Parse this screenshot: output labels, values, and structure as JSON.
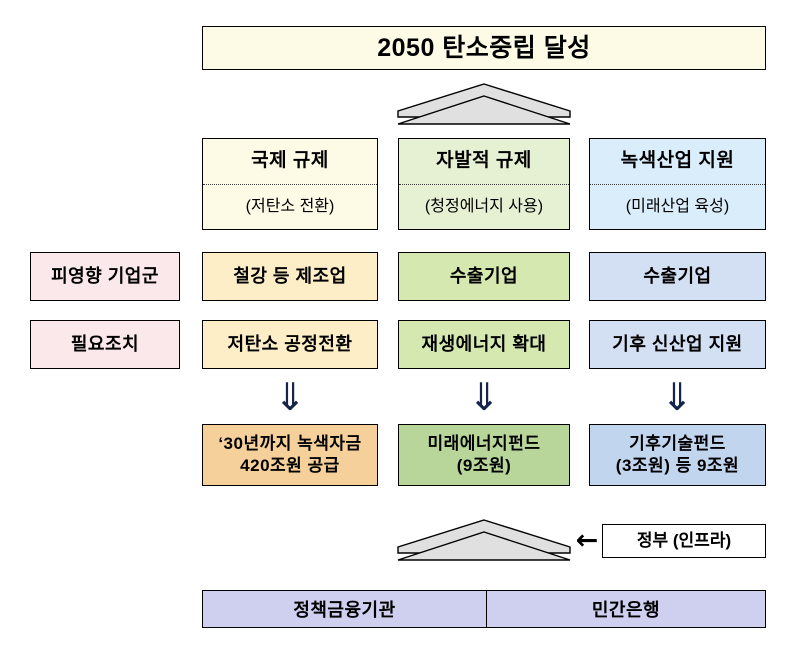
{
  "title": {
    "text": "2050 탄소중립 달성",
    "fill": "#fdfae6"
  },
  "row_labels": {
    "affected": "피영향 기업군",
    "action": "필요조치",
    "fill": "#fae8ea"
  },
  "columns": [
    {
      "key": "international",
      "strategy_title": "국제 규제",
      "strategy_sub": "(저탄소 전환)",
      "strategy_fill": "#fdfae6",
      "affected": "철강 등 제조업",
      "affected_fill": "#fdeec7",
      "action": "저탄소 공정전환",
      "action_fill": "#fdeec7",
      "fund_line1": "‘30년까지 녹색자금",
      "fund_line2": "420조원 공급",
      "fund_fill": "#f5d09a"
    },
    {
      "key": "voluntary",
      "strategy_title": "자발적 규제",
      "strategy_sub": "(청정에너지 사용)",
      "strategy_fill": "#e6f0d2",
      "affected": "수출기업",
      "affected_fill": "#d5e8b0",
      "action": "재생에너지 확대",
      "action_fill": "#d5e8b0",
      "fund_line1": "미래에너지펀드",
      "fund_line2": "(9조원)",
      "fund_fill": "#b9d69a"
    },
    {
      "key": "green-industry",
      "strategy_title": "녹색산업 지원",
      "strategy_sub": "(미래산업 육성)",
      "strategy_fill": "#daedfb",
      "affected": "수출기업",
      "affected_fill": "#d3dff2",
      "action": "기후 신산업 지원",
      "action_fill": "#d3dff2",
      "fund_line1": "기후기술펀드",
      "fund_line2": "(3조원) 등 9조원",
      "fund_fill": "#c2d5ef"
    }
  ],
  "arrows": {
    "down_glyph": "⇓",
    "left_glyph": "←",
    "chevron_name": "up-chevron"
  },
  "government": {
    "label": "정부 (인프라)",
    "fill": "#ccc6f5"
  },
  "institutions": {
    "public": "정책금융기관",
    "private": "민간은행",
    "fill": "#cfcff0"
  }
}
